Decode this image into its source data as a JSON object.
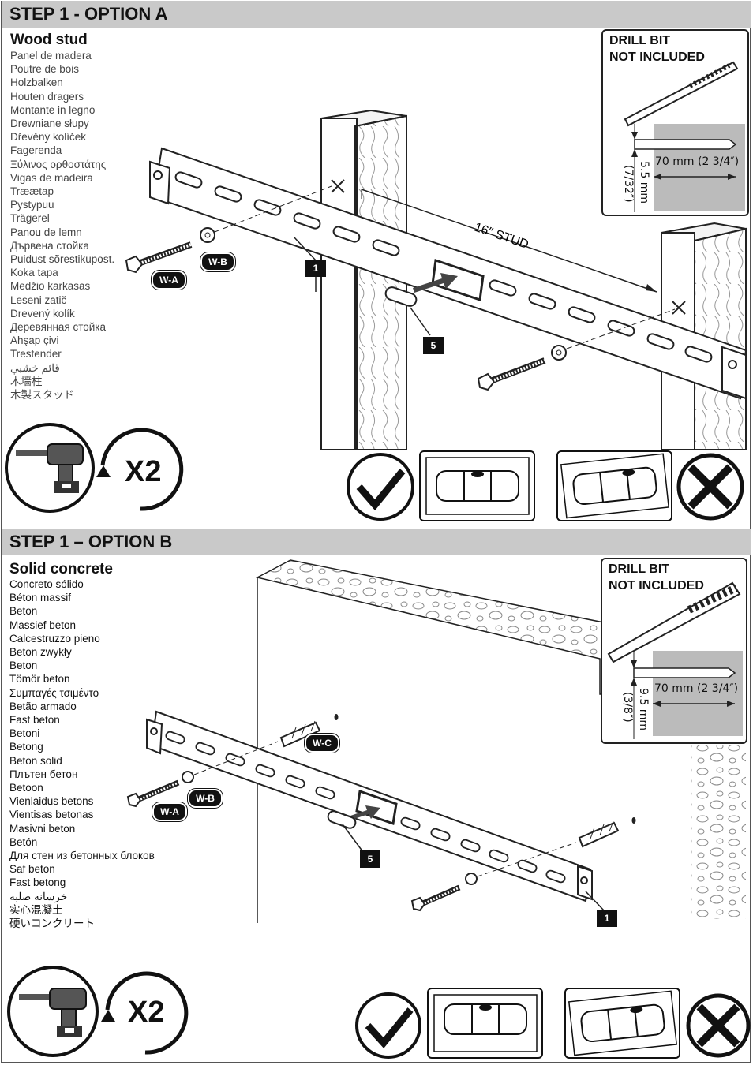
{
  "option_a": {
    "header": "STEP 1 - OPTION A",
    "title": "Wood stud",
    "languages": [
      "Panel de madera",
      "Poutre de bois",
      "Holzbalken",
      "Houten dragers",
      "Montante in legno",
      "Drewniane słupy",
      "Dřevěný kolíček",
      "Fagerenda",
      "Ξύλινος ορθοστάτης",
      "Vigas de madeira",
      "Træætap",
      "Pystypuu",
      "Trägerel",
      "Panou de lemn",
      "Дървена стойка",
      "Puidust sõrestikupost.",
      "Koka tapa",
      "Medžio karkasas",
      "Leseni zatič",
      "Drevený kolík",
      "Деревянная стойка",
      "Ahşap çivi",
      "Trestender",
      "قائم خشبي",
      "木墙柱",
      "木製スタッド"
    ],
    "drill": {
      "line1": "DRILL BIT",
      "line2": "NOT INCLUDED",
      "length": "70 mm (2 3/4″)",
      "diameter": "5.5 mm",
      "diameter_in": "(7/32″)"
    },
    "stud_label": "16″ STUD",
    "callouts": {
      "bracket": "1",
      "spacer": "5",
      "screw": "W-A",
      "washer": "W-B"
    },
    "repeat": "X2"
  },
  "option_b": {
    "header": "STEP 1 – OPTION B",
    "title": "Solid concrete",
    "languages": [
      "Concreto sólido",
      "Béton massif",
      "Beton",
      "Massief beton",
      "Calcestruzzo pieno",
      "Beton zwykły",
      "Beton",
      "Tömör beton",
      "Συμπαγές τσιμέντο",
      "Betão armado",
      "Fast beton",
      "Betoni",
      "Betong",
      "Beton solid",
      "Плътен бетон",
      "Betoon",
      "Vienlaidus betons",
      "Vientisas betonas",
      "Masivni beton",
      "Betón",
      "Для стен из бетонных блоков",
      "Saf beton",
      "Fast betong",
      "خرسانة صلبة",
      "实心混凝土",
      "硬いコンクリート"
    ],
    "drill": {
      "line1": "DRILL BIT",
      "line2": "NOT INCLUDED",
      "length": "70 mm (2 3/4″)",
      "diameter": "9.5 mm",
      "diameter_in": "(3/8″)"
    },
    "callouts": {
      "bracket": "1",
      "spacer": "5",
      "screw": "W-A",
      "washer": "W-B",
      "anchor": "W-C"
    },
    "repeat": "X2"
  }
}
